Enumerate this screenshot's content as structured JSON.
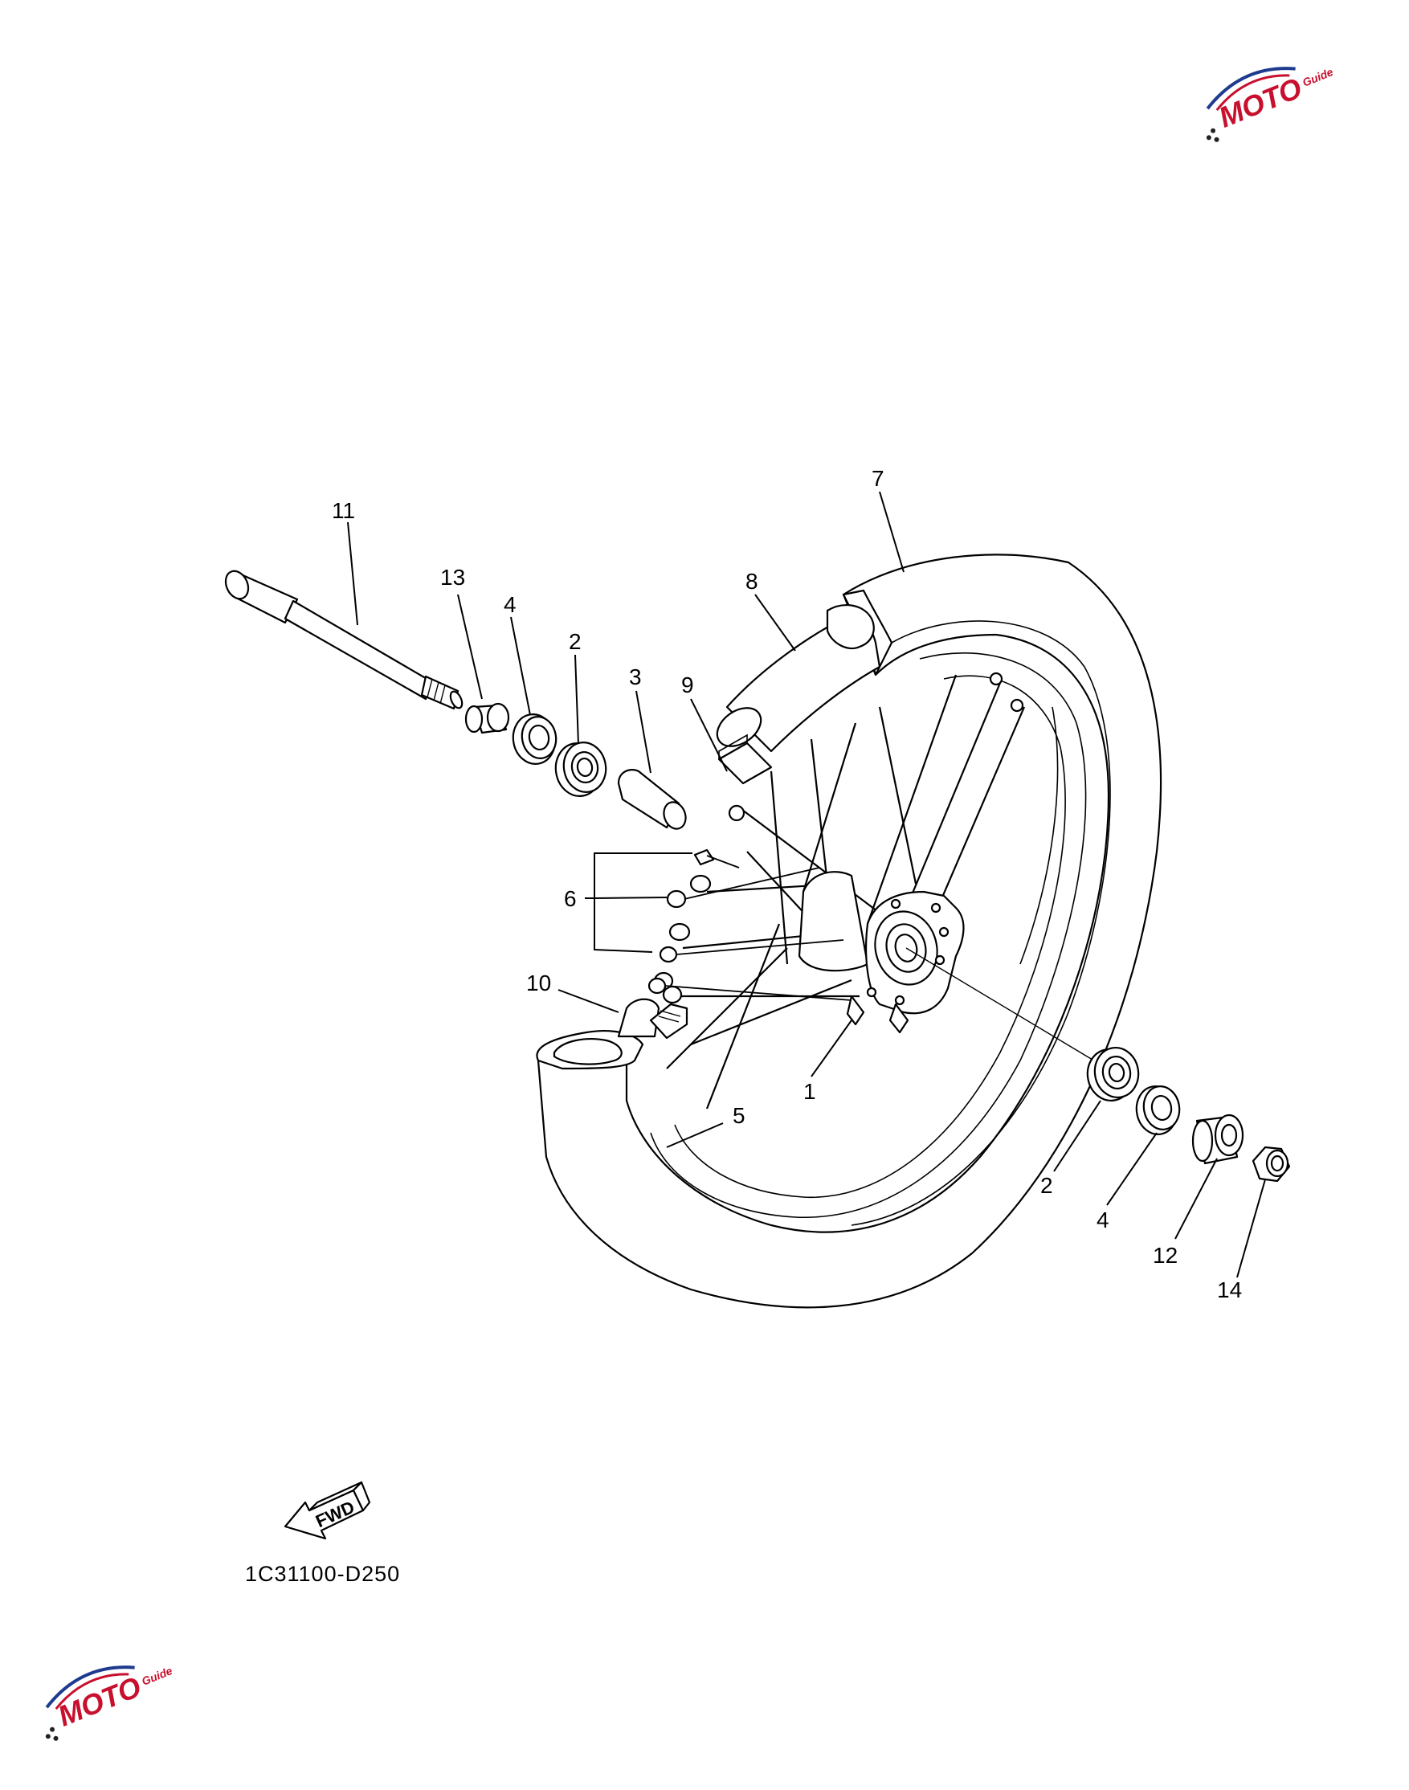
{
  "diagram": {
    "drawing_code": "1C31100-D250",
    "direction_label": "FWD",
    "callouts": {
      "c1": "1",
      "c2a": "2",
      "c2b": "2",
      "c3": "3",
      "c4a": "4",
      "c4b": "4",
      "c5": "5",
      "c6": "6",
      "c7": "7",
      "c8": "8",
      "c9": "9",
      "c10": "10",
      "c11": "11",
      "c12": "12",
      "c13": "13",
      "c14": "14"
    }
  },
  "watermark": {
    "text": "MOTO",
    "subtext": "Guide",
    "colors": {
      "primary": "#c8102e",
      "secondary": "#1f3b8f",
      "dots": "#222222"
    }
  }
}
